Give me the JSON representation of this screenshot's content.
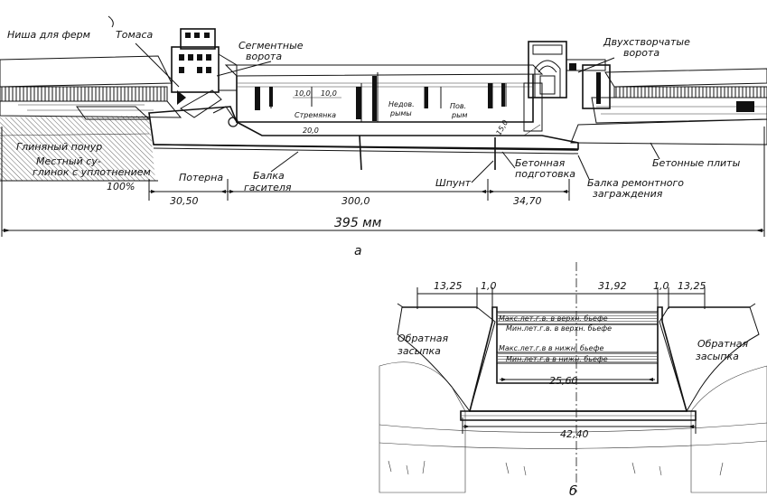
{
  "figure_a": {
    "labels": {
      "nisha": "Ниша для ферм",
      "tomasa": "Томаса",
      "segment_gates": [
        "Сегментные",
        "ворота"
      ],
      "double_gates": [
        "Двухстворчатые",
        "ворота"
      ],
      "stremyanka": "Стремянка",
      "nedovodimy": [
        "Недов.",
        "рымы"
      ],
      "plavuchie": [
        "Пов.",
        "рым"
      ],
      "clay": "Глиняный понур",
      "local_soil": [
        "Местный су-",
        "глинок с уплотнением",
        "100%"
      ],
      "poterna": "Потерна",
      "balka_gasitelya": [
        "Балка",
        "гасителя"
      ],
      "shpunt": "Шпунт",
      "concrete_base": [
        "Бетонная",
        "подготовка"
      ],
      "balka_remont": [
        "Балка ремонтного",
        "заграждения"
      ],
      "concrete_slabs": "Бетонные плиты"
    },
    "dims": {
      "d10a": "10,0",
      "d10b": "10,0",
      "d20": "20,0",
      "d150": "15,0",
      "d3050": "30,50",
      "d300": "300,0",
      "d3470": "34,70",
      "total": "395 мм"
    },
    "caption": "а"
  },
  "figure_b": {
    "dims": {
      "left": "13,25",
      "wall_l": "1,0",
      "chamber": "31,92",
      "wall_r": "1,0",
      "right": "13,25",
      "inner_bottom": "25,60",
      "base": "42,40"
    },
    "levels": [
      "Макс.лет.г.в. в верхн. бьефе",
      "Мин.лет.г.в. в верхн. бьефе",
      "Макс.лет.г.в в нижн. бьефе",
      "Мин.лет.г.в в нижн. бьефе"
    ],
    "backfill_left": [
      "Обратная",
      "засыпка"
    ],
    "backfill_right": [
      "Обратная",
      "засыпка"
    ],
    "caption": "б"
  }
}
